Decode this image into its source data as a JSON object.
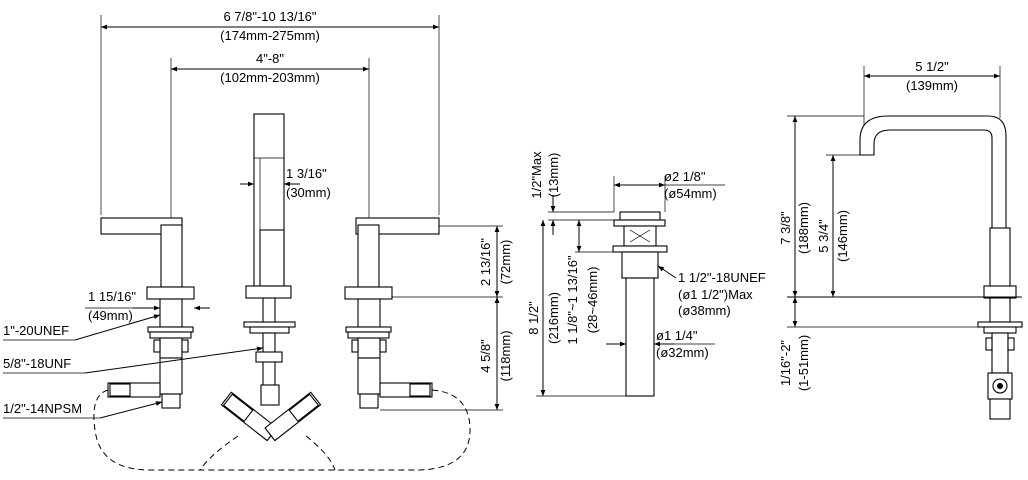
{
  "front_view": {
    "overall_spread": "6 7/8\"-10 13/16\"",
    "overall_spread_mm": "(174mm-275mm)",
    "center_spread": "4\"-8\"",
    "center_spread_mm": "(102mm-203mm)",
    "spout_width": "1 3/16\"",
    "spout_width_mm": "(30mm)",
    "handle_height": "2 13/16\"",
    "handle_height_mm": "(72mm)",
    "shank_length": "4 5/8\"",
    "shank_length_mm": "(118mm)",
    "base_diameter": "1 15/16\"",
    "base_diameter_mm": "(49mm)",
    "thread_handle": "1\"-20UNEF",
    "thread_spout": "5/8\"-18UNF",
    "thread_supply": "1/2\"-14NPSM"
  },
  "drain_view": {
    "max_height": "1/2\"Max",
    "max_height_mm": "(13mm)",
    "flange_diameter": "ø2 1/8\"",
    "flange_diameter_mm": "(ø54mm)",
    "thread": "1 1/2\"-18UNEF",
    "thread_max": "(ø1 1/2\")Max",
    "thread_max_mm": "(ø38mm)",
    "total_length": "8 1/2\"",
    "total_length_mm": "(216mm)",
    "grip_range": "1 1/8\"~1 13/16\"",
    "grip_range_mm": "(28~46mm)",
    "tail_diameter": "ø1 1/4\"",
    "tail_diameter_mm": "(ø32mm)"
  },
  "side_view": {
    "reach": "5 1/2\"",
    "reach_mm": "(139mm)",
    "total_height": "7 3/8\"",
    "total_height_mm": "(188mm)",
    "spout_height": "5 3/4\"",
    "spout_height_mm": "(146mm)",
    "deck_thickness": "1/16\"-2\"",
    "deck_thickness_mm": "(1-51mm)"
  }
}
